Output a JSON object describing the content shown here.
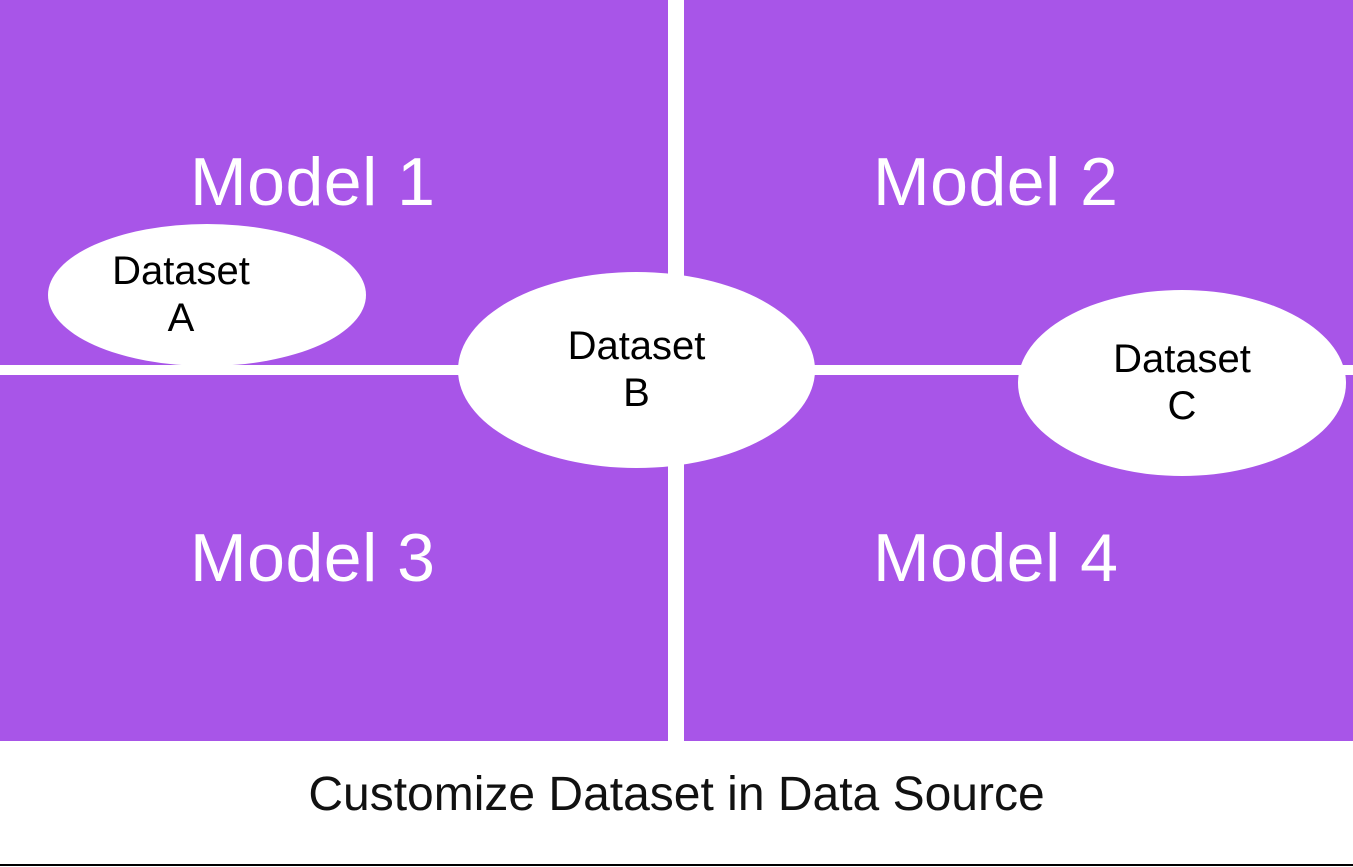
{
  "diagram": {
    "title": "Customize Dataset in Data Source",
    "colors": {
      "panel": "#a855e8",
      "divider": "#ffffff",
      "node_fill": "#ffffff",
      "node_text": "#000000",
      "panel_text": "#ffffff",
      "caption_text": "#111111",
      "background": "#ffffff",
      "bottom_rule": "#000000"
    },
    "quadrants": [
      {
        "id": "model-1",
        "label": "Model 1",
        "position": "top-left"
      },
      {
        "id": "model-2",
        "label": "Model 2",
        "position": "top-right"
      },
      {
        "id": "model-3",
        "label": "Model 3",
        "position": "bottom-left"
      },
      {
        "id": "model-4",
        "label": "Model 4",
        "position": "bottom-right"
      }
    ],
    "nodes": [
      {
        "id": "dataset-a",
        "line1": "Dataset",
        "line2": "A",
        "shape": "ellipse"
      },
      {
        "id": "dataset-b",
        "line1": "Dataset",
        "line2": "B",
        "shape": "ellipse"
      },
      {
        "id": "dataset-c",
        "line1": "Dataset",
        "line2": "C",
        "shape": "ellipse"
      }
    ],
    "connectors": [
      {
        "id": "connector-a-b",
        "from": "dataset-a",
        "to": "dataset-b",
        "orientation": "horizontal"
      },
      {
        "id": "connector-b-c",
        "from": "dataset-b",
        "to": "dataset-c",
        "orientation": "horizontal"
      }
    ],
    "caption": "Customize Dataset in Data Source"
  },
  "chart_data": {
    "type": "diagram",
    "title": "Customize Dataset in Data Source",
    "layout": "2x2 quadrant grid with overlaid dataset ellipses",
    "categories": [
      "Model 1",
      "Model 2",
      "Model 3",
      "Model 4"
    ],
    "nodes": [
      "Dataset A",
      "Dataset B",
      "Dataset C"
    ],
    "edges": [
      [
        "Dataset A",
        "Dataset B"
      ],
      [
        "Dataset B",
        "Dataset C"
      ]
    ]
  }
}
